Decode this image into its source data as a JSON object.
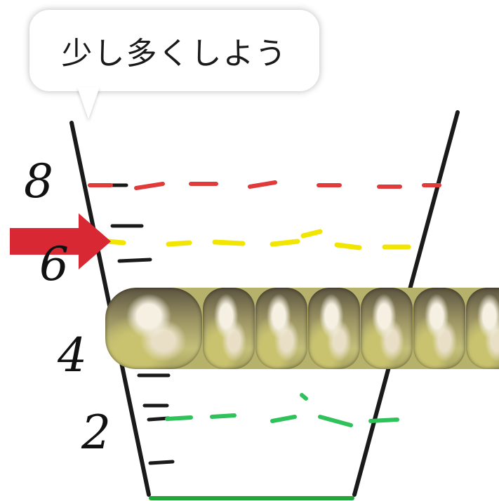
{
  "bubble": {
    "text": "少し多くしよう"
  },
  "scale_labels": [
    "8",
    "6",
    "4",
    "2"
  ],
  "icons": {
    "arrow": "red-arrow-icon",
    "food_strip": "food-photo-strip"
  },
  "colors": {
    "red_line": "#e03a3a",
    "yellow_line": "#f2e600",
    "green_line": "#2fc25a",
    "arrow": "#d82834",
    "cup_outline": "#1a1a1a",
    "bottom_line": "#22a63a"
  },
  "food_tile_count": 7
}
